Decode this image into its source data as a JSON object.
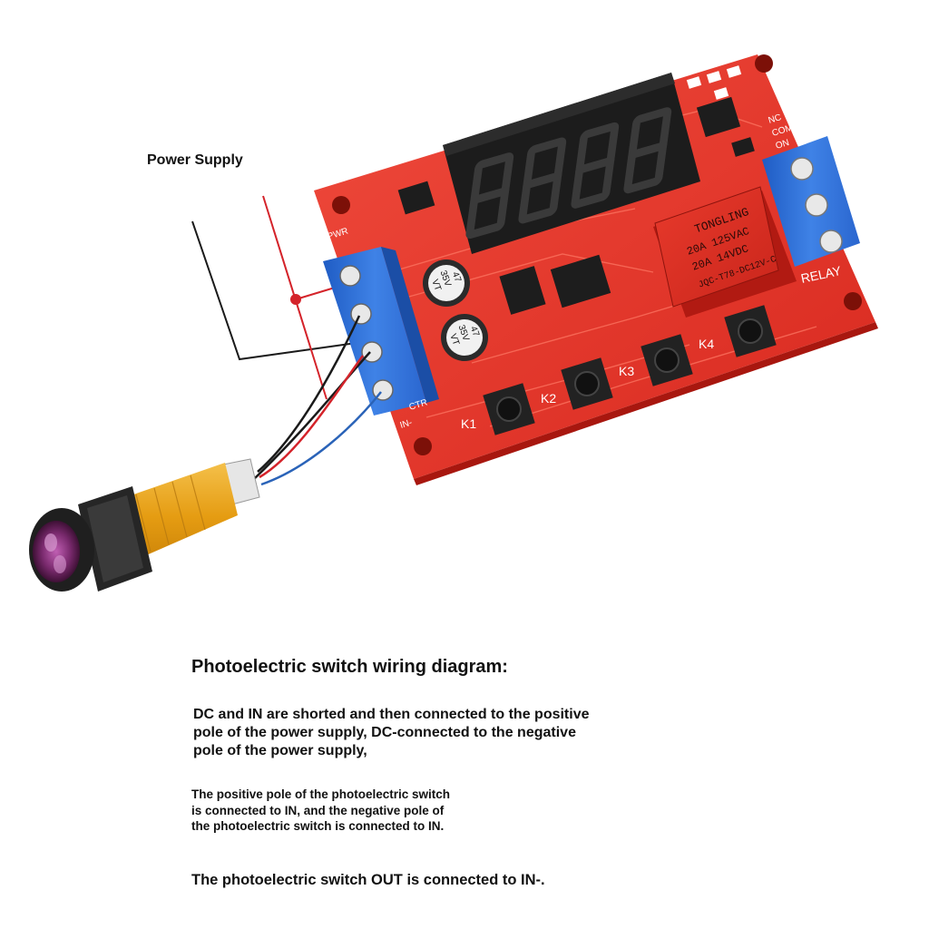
{
  "labels": {
    "power_supply": "Power Supply"
  },
  "description": {
    "heading": "Photoelectric switch wiring diagram:",
    "paragraph_1": "DC and IN are shorted and then connected to the positive pole of the power supply, DC-connected to the negative pole of the power supply,",
    "paragraph_2": "The positive pole of the photoelectric switch is connected to IN, and the negative pole of the photoelectric switch is connected to IN.",
    "paragraph_3": "The photoelectric switch OUT is connected to IN-."
  },
  "board": {
    "relay_brand": "TONGLING",
    "relay_rating_1": "20A  125VAC",
    "relay_rating_2": "20A  14VDC",
    "relay_model": "JQC-T78-DC12V-C",
    "relay_label": "RELAY",
    "terminal_nc": "NC",
    "terminal_com": "COM",
    "terminal_no": "ON",
    "pwr_label": "PWR",
    "ctr_label": "CTR",
    "in_label": "IN-",
    "cap_value": "47",
    "cap_voltage": "35V",
    "cap_series": "VT",
    "buttons": [
      "K1",
      "K2",
      "K3",
      "K4"
    ]
  },
  "colors": {
    "board_red": "#e8382c",
    "terminal_blue": "#2f6fd6",
    "display_black": "#1c1c1c",
    "wire_red": "#d4232a",
    "wire_black": "#1a1a1a",
    "wire_blue": "#2a63b8",
    "sensor_yellow": "#e9a21a",
    "lens_purple": "#7a2a6e"
  }
}
